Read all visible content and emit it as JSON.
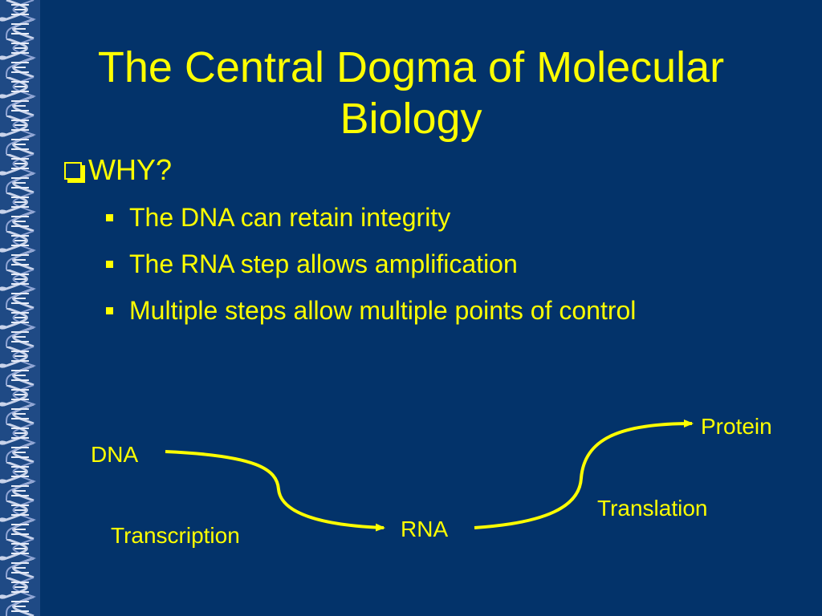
{
  "slide": {
    "title": "The Central Dogma of Molecular Biology",
    "heading": "WHY?",
    "bullets": [
      "The DNA can retain integrity",
      "The RNA step allows amplification",
      "Multiple steps allow multiple points of control"
    ]
  },
  "diagram": {
    "dna": "DNA",
    "rna": "RNA",
    "protein": "Protein",
    "transcription": "Transcription",
    "translation": "Translation"
  },
  "colors": {
    "background": "#03336a",
    "text": "#ffff00",
    "strip": "#c9d3ea"
  },
  "icons": {
    "heading_marker": "hollow-square-bullet-icon",
    "bullet_marker": "square-bullet-icon",
    "decoration": "dna-helix-border"
  }
}
